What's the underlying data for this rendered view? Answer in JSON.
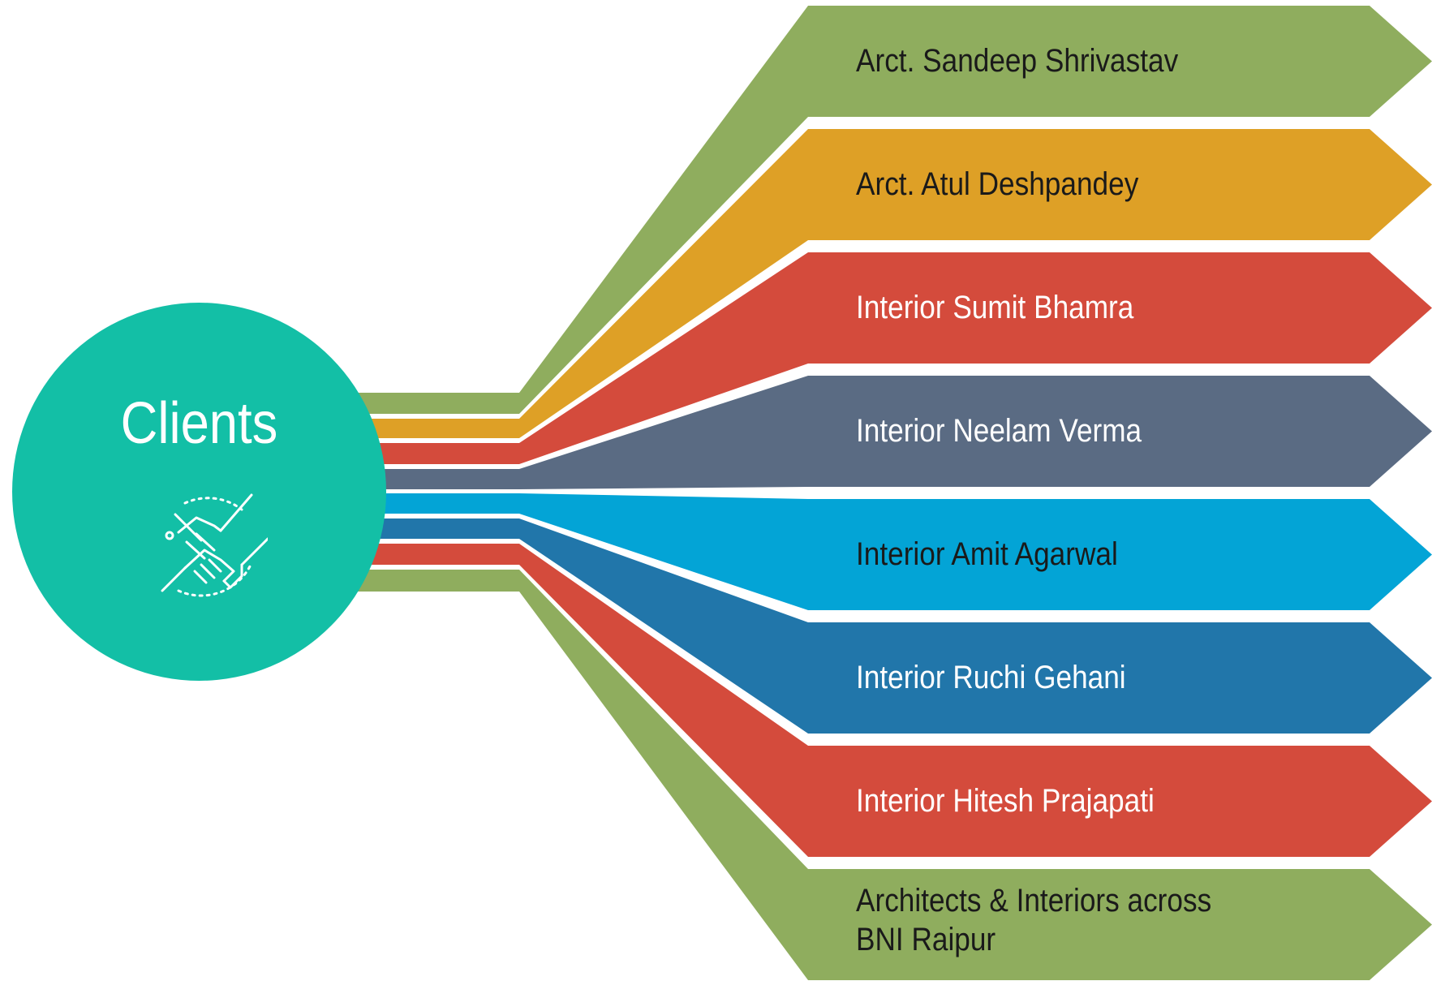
{
  "hub": {
    "title": "Clients",
    "icon": "handshake-icon",
    "color": "#13bfa6"
  },
  "items": [
    {
      "label": "Arct. Sandeep Shrivastav",
      "color": "#8fad5e",
      "text_color": "#1a1a1a"
    },
    {
      "label": "Arct. Atul Deshpandey",
      "color": "#dea026",
      "text_color": "#1a1a1a"
    },
    {
      "label": "Interior Sumit Bhamra",
      "color": "#d44b3c",
      "text_color": "#ffffff"
    },
    {
      "label": "Interior Neelam Verma",
      "color": "#5a6b83",
      "text_color": "#ffffff"
    },
    {
      "label": "Interior Amit Agarwal",
      "color": "#03a4d6",
      "text_color": "#1a1a1a"
    },
    {
      "label": "Interior Ruchi Gehani",
      "color": "#2176aa",
      "text_color": "#ffffff"
    },
    {
      "label": "Interior Hitesh Prajapati",
      "color": "#d44b3c",
      "text_color": "#ffffff"
    },
    {
      "label_line1": "Architects & Interiors across",
      "label_line2": "BNI Raipur",
      "color": "#8fad5e",
      "text_color": "#1a1a1a"
    }
  ]
}
